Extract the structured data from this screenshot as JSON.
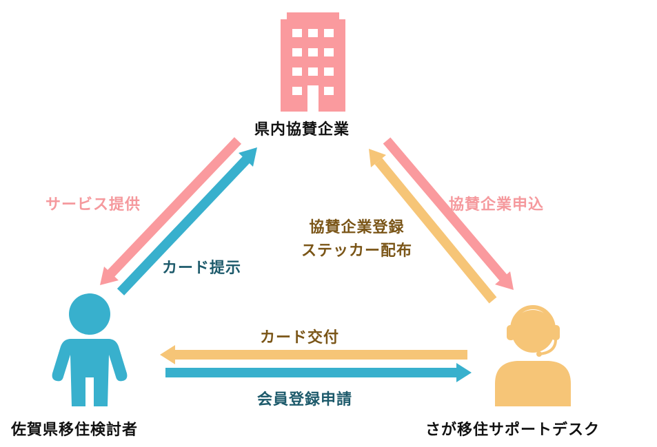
{
  "colors": {
    "pink": "#fa9a9e",
    "blue": "#38b0cd",
    "orange": "#f6c577",
    "pink_text": "#f5999d",
    "blue_text": "#1d5a6b",
    "brown_text": "#7a5517",
    "node_text": "#111111"
  },
  "nodes": {
    "company": {
      "label": "県内協賛企業",
      "icon": "office-building-icon"
    },
    "candidate": {
      "label": "佐賀県移住検討者",
      "icon": "person-icon"
    },
    "desk": {
      "label": "さが移住サポートデスク",
      "icon": "operator-headset-icon"
    }
  },
  "edges": {
    "service": {
      "label": "サービス提供"
    },
    "card_show": {
      "label": "カード提示"
    },
    "sponsor_apply": {
      "label": "協賛企業申込"
    },
    "sticker": {
      "line1": "協賛企業登録",
      "line2": "ステッカー配布"
    },
    "card_issue": {
      "label": "カード交付"
    },
    "member_apply": {
      "label": "会員登録申請"
    }
  }
}
